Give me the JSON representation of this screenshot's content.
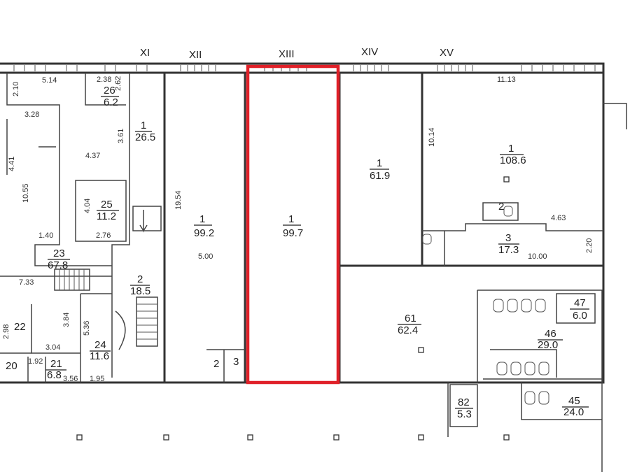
{
  "axes": [
    "XI",
    "XII",
    "XIII",
    "XIV",
    "XV"
  ],
  "rooms": [
    {
      "number": "1",
      "area": "99.7"
    },
    {
      "number": "1",
      "area": "99.2"
    },
    {
      "number": "1",
      "area": "61.9"
    },
    {
      "number": "1",
      "area": "108.6"
    },
    {
      "number": "1",
      "area": "26.5"
    },
    {
      "number": "2",
      "area": "18.5"
    },
    {
      "number": "3",
      "area": "17.3"
    },
    {
      "number": "61",
      "area": "62.4"
    },
    {
      "number": "47",
      "area": "6.0"
    },
    {
      "number": "46",
      "area": "29.0"
    },
    {
      "number": "45",
      "area": "24.0"
    },
    {
      "number": "82",
      "area": "5.3"
    },
    {
      "number": "26",
      "area": "6.2"
    },
    {
      "number": "25",
      "area": "11.2"
    },
    {
      "number": "23",
      "area": "67.8"
    },
    {
      "number": "24",
      "area": "11.6"
    },
    {
      "number": "21",
      "area": "6.8"
    }
  ],
  "room_labels": [
    "2",
    "3",
    "2",
    "22",
    "20"
  ],
  "dimensions": [
    "5.14",
    "2.38",
    "2.62",
    "2.10",
    "3.28",
    "4.37",
    "3.61",
    "4.41",
    "10.55",
    "4.04",
    "2.76",
    "1.40",
    "7.33",
    "3.84",
    "2.98",
    "5.36",
    "3.04",
    "1.92",
    "3.56",
    "1.95",
    "19.54",
    "5.00",
    "11.13",
    "10.14",
    "4.63",
    "10.00",
    "2.20"
  ]
}
